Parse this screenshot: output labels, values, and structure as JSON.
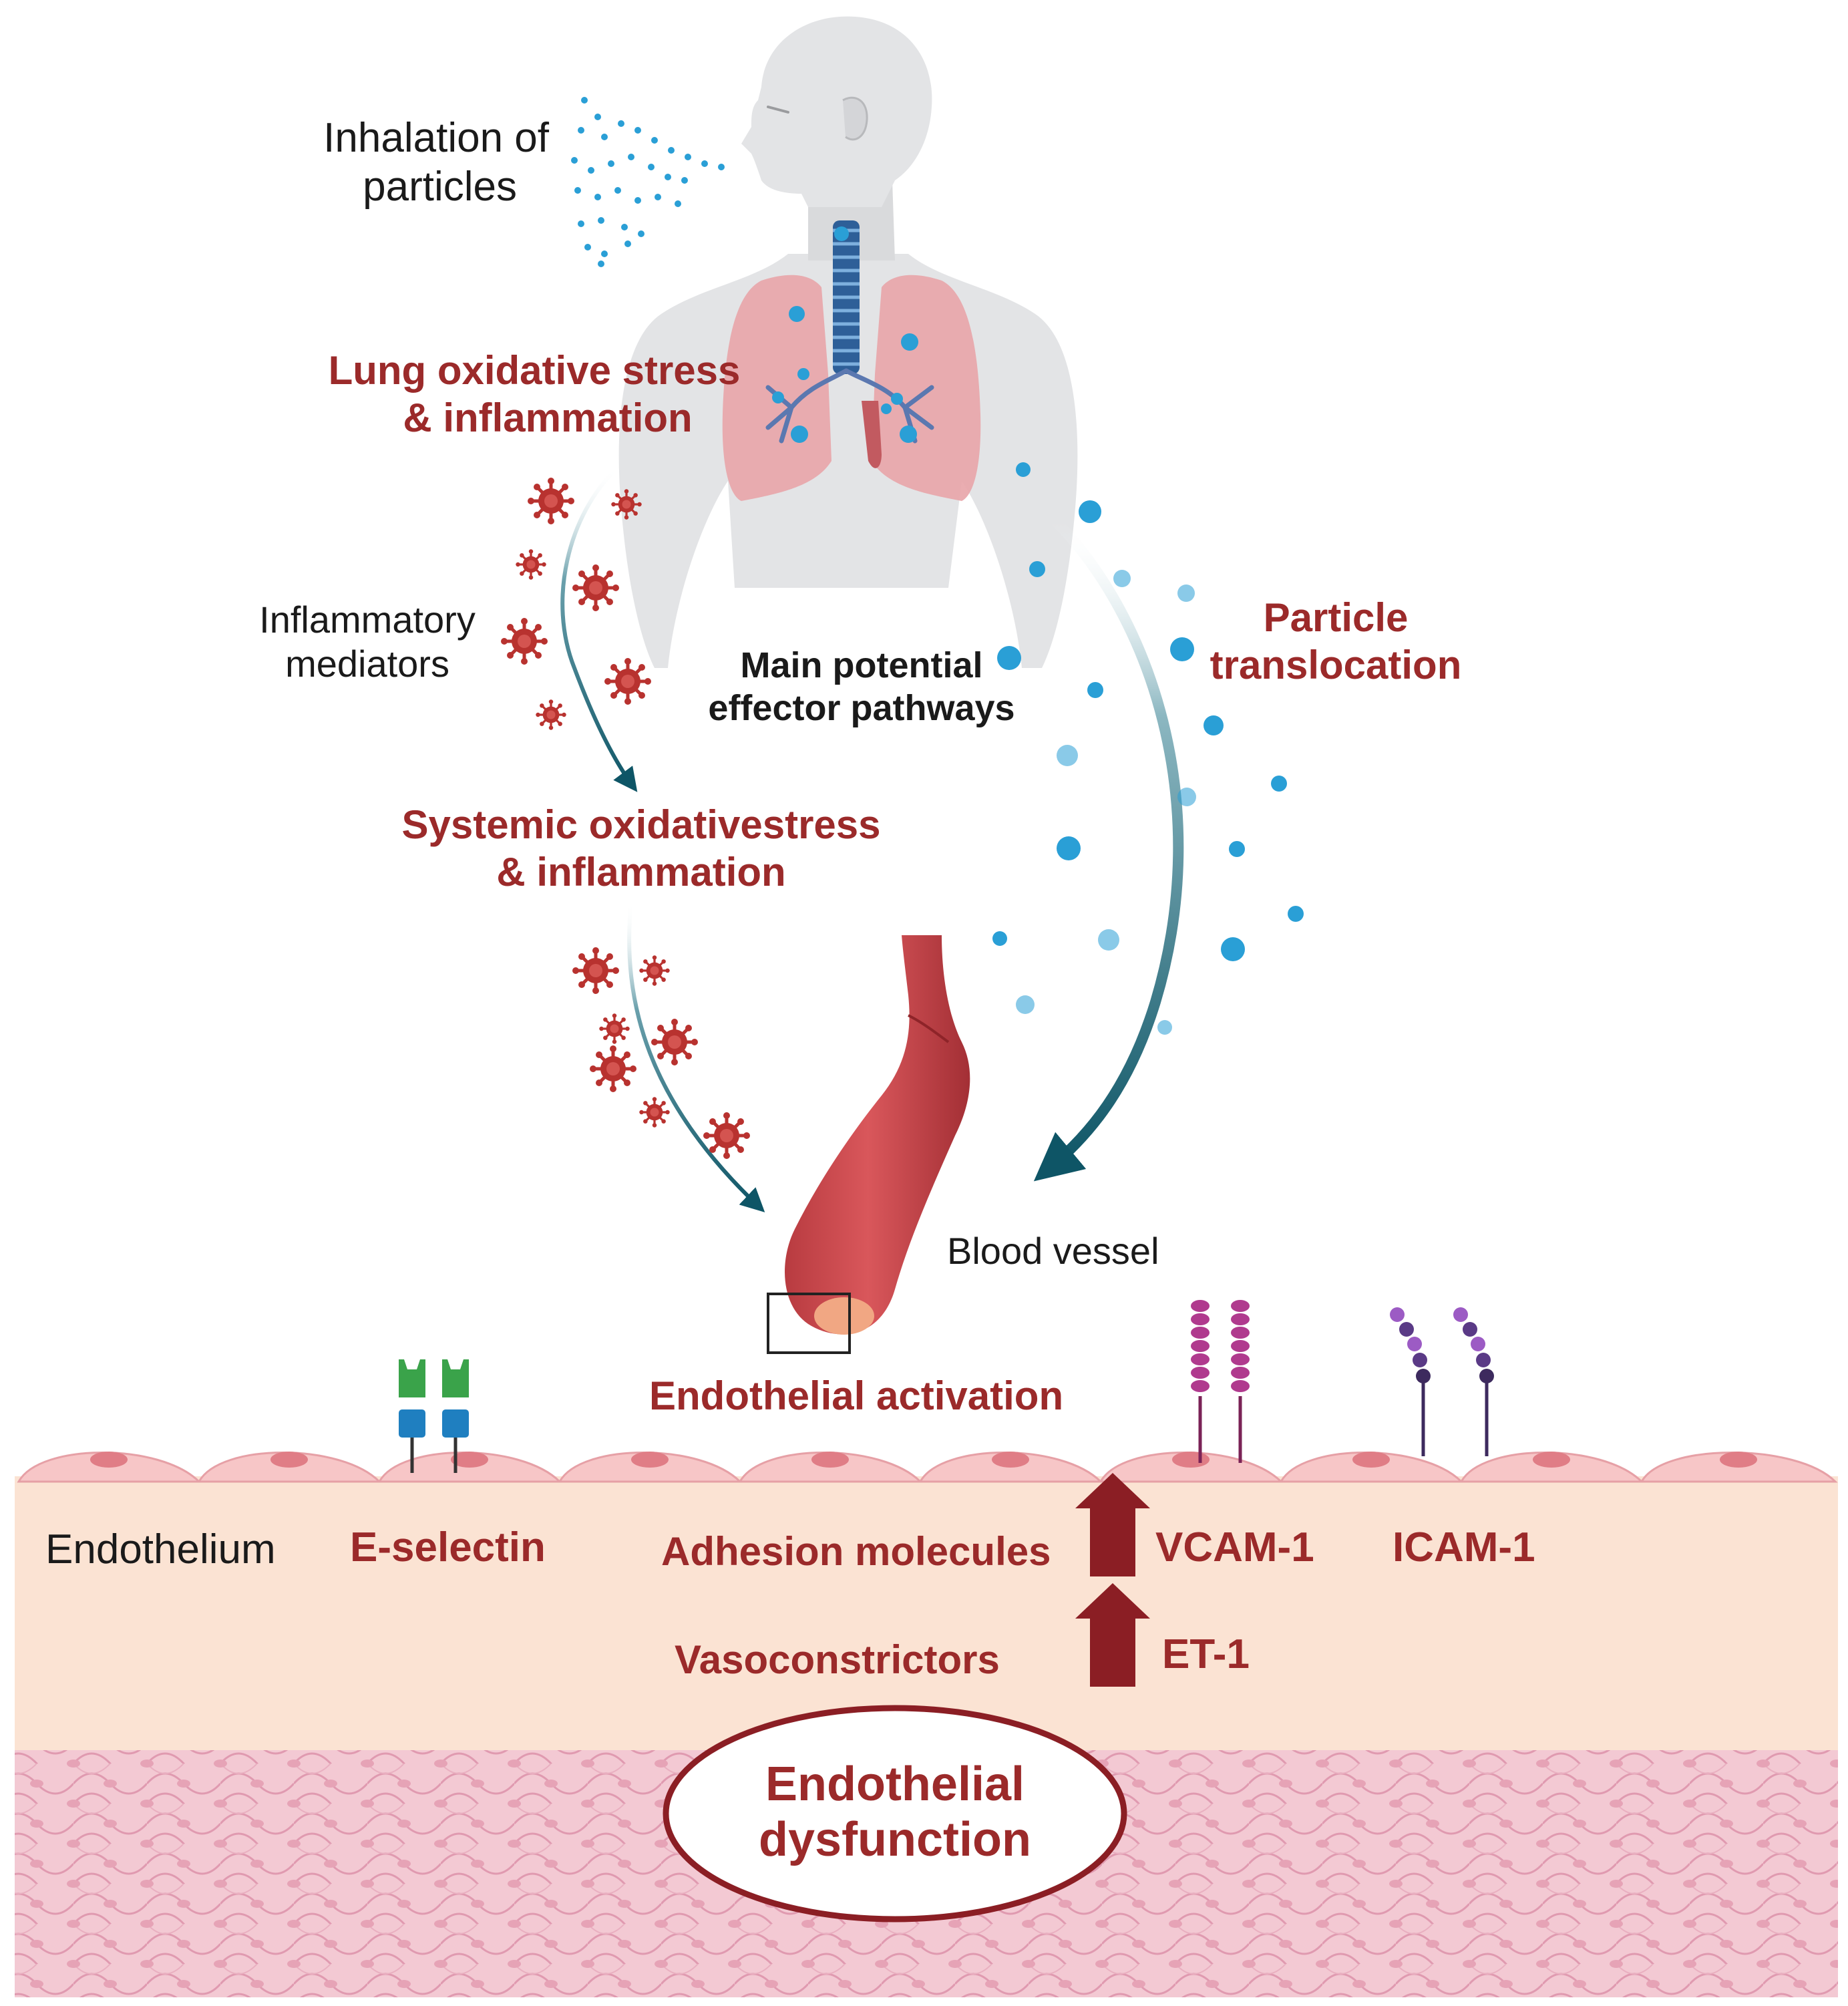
{
  "labels": {
    "inhalation": [
      "Inhalation of",
      "particles"
    ],
    "lung_stress": [
      "Lung oxidative stress",
      "& inflammation"
    ],
    "inflammatory_mediators": [
      "Inflammatory",
      "mediators"
    ],
    "main_pathways": [
      "Main potential",
      "effector pathways"
    ],
    "particle_translocation": [
      "Particle",
      "translocation"
    ],
    "systemic_stress": [
      "Systemic oxidativestress",
      "& inflammation"
    ],
    "blood_vessel": "Blood vessel",
    "endothelial_activation": "Endothelial activation",
    "endothelium": "Endothelium",
    "e_selectin": "E-selectin",
    "adhesion_molecules": "Adhesion molecules",
    "vcam": "VCAM-1",
    "icam": "ICAM-1",
    "vasoconstrictors": "Vasoconstrictors",
    "et1": "ET-1",
    "endothelial_dysfunction": [
      "Endothelial",
      "dysfunction"
    ]
  },
  "colors": {
    "label_red": "#9b2a2a",
    "arrow_teal": "#0e5566",
    "particle_blue": "#2a9fd6",
    "mediator_red": "#b8322f",
    "lung_pink": "#e8a4a8",
    "vessel_red": "#c8454a",
    "skin_grey": "#e3e4e6",
    "endothelium_peach": "#fbe3d3",
    "tissue_pink": "#f3c9d3",
    "e_selectin_green": "#3aa34a",
    "e_selectin_blue": "#1f7fc0",
    "vcam_magenta": "#b03a8e",
    "icam_purple": "#5a3a86"
  },
  "icons": {
    "human_figure": "human-silhouette-icon",
    "lungs": "lungs-icon",
    "mediator": "virus-like-mediator-icon",
    "particle": "particle-dot-icon",
    "vessel": "blood-vessel-icon",
    "up_arrow": "up-arrow-icon"
  }
}
